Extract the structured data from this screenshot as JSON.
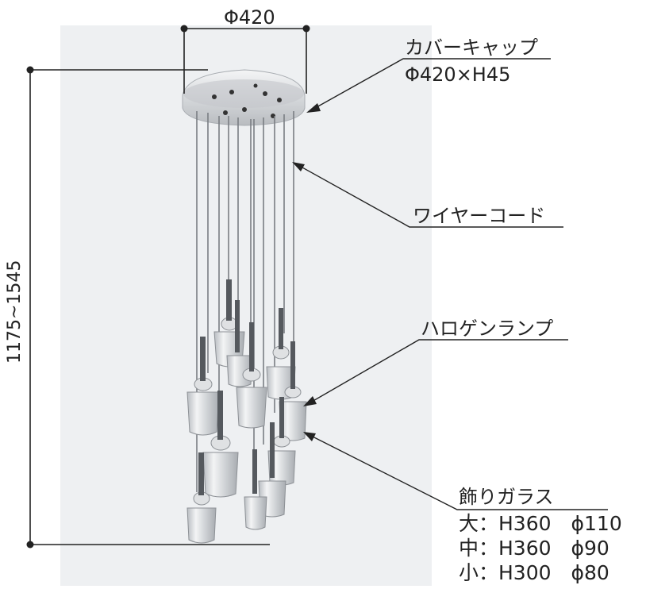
{
  "dimensions": {
    "top_width": "Φ420",
    "height": "1175~1545"
  },
  "callouts": {
    "cover_cap": {
      "name": "カバーキャップ",
      "size": "Φ420×H45"
    },
    "wire_cord": {
      "name": "ワイヤーコード"
    },
    "halogen_lamp": {
      "name": "ハロゲンランプ"
    },
    "decor_glass": {
      "name": "飾りガラス",
      "sizes": [
        "大：H360　ϕ110",
        "中：H360　ϕ90",
        "小：H300　ϕ80"
      ]
    }
  },
  "colors": {
    "backdrop": "#eef0f2",
    "line": "#222222",
    "glass": "#c9ccd0",
    "canopy": "#d8dbde"
  }
}
